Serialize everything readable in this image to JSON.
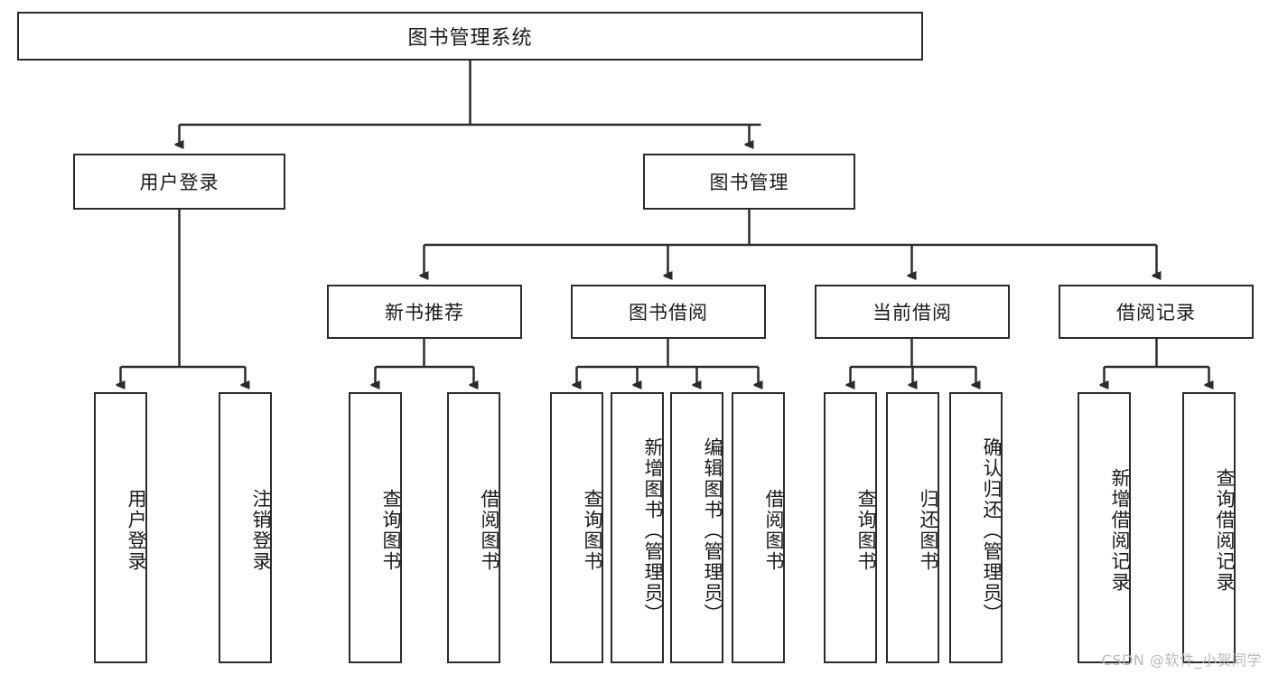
{
  "diagram": {
    "title": "图书管理系统",
    "watermark": "CSDN @软件_小贺同学",
    "stroke_color": "#2b2b2b",
    "fill_color": "#ffffff",
    "text_color": "#1a1a1a",
    "watermark_color": "#b9b9b9",
    "type": "tree",
    "root": {
      "label": "图书管理系统"
    },
    "level2": [
      {
        "label": "用户登录"
      },
      {
        "label": "图书管理"
      }
    ],
    "level3": [
      {
        "label": "新书推荐"
      },
      {
        "label": "图书借阅"
      },
      {
        "label": "当前借阅"
      },
      {
        "label": "借阅记录"
      }
    ],
    "leaves": {
      "user_login": [
        {
          "label": "用户登录"
        },
        {
          "label": "注销登录"
        }
      ],
      "new_book": [
        {
          "label": "查询图书"
        },
        {
          "label": "借阅图书"
        }
      ],
      "book_borrow": [
        {
          "label": "查询图书"
        },
        {
          "label": "新增图书（管理员）"
        },
        {
          "label": "编辑图书（管理员）"
        },
        {
          "label": "借阅图书"
        }
      ],
      "current_borrow": [
        {
          "label": "查询图书"
        },
        {
          "label": "归还图书"
        },
        {
          "label": "确认归还（管理员）"
        }
      ],
      "borrow_record": [
        {
          "label": "新增借阅记录"
        },
        {
          "label": "查询借阅记录"
        }
      ]
    }
  }
}
